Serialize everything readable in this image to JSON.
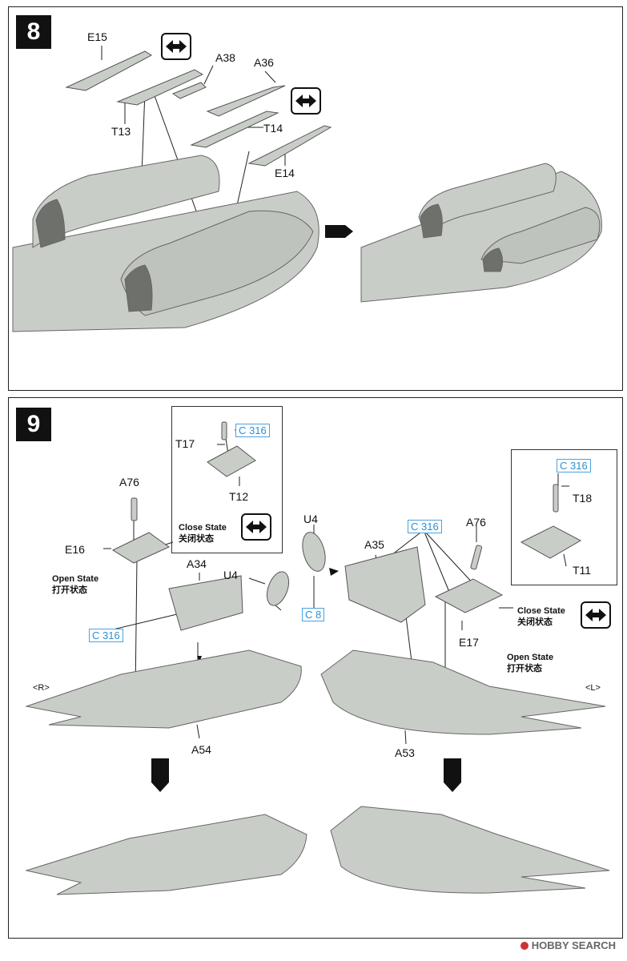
{
  "step8": {
    "number": "8",
    "labels": {
      "e15": "E15",
      "a38": "A38",
      "a36": "A36",
      "t13": "T13",
      "t14": "T14",
      "e14": "E14"
    }
  },
  "step9": {
    "number": "9",
    "labels": {
      "t17": "T17",
      "t12": "T12",
      "a76_left": "A76",
      "e16": "E16",
      "a34": "A34",
      "u4_left": "U4",
      "u4_right": "U4",
      "a35": "A35",
      "a76_right": "A76",
      "t18": "T18",
      "t11": "T11",
      "e17": "E17",
      "a54": "A54",
      "a53": "A53"
    },
    "paint": {
      "c316_a": "C 316",
      "c316_b": "C 316",
      "c316_c": "C 316",
      "c316_d": "C 316",
      "c8": "C 8"
    },
    "states": {
      "close_en_left": "Close State",
      "close_cn_left": "关闭状态",
      "open_en_left": "Open State",
      "open_cn_left": "打开状态",
      "close_en_right": "Close State",
      "close_cn_right": "关闭状态",
      "open_en_right": "Open State",
      "open_cn_right": "打开状态"
    },
    "sides": {
      "right": "<R>",
      "left": "<L>"
    }
  },
  "watermark": {
    "text": "HOBBY SEARCH",
    "icon": "hobby-search-logo"
  },
  "colors": {
    "part": "#c9cdc7",
    "part_shade": "#a9ada6",
    "line": "#222222",
    "paint_blue": "#2f8fd0"
  }
}
